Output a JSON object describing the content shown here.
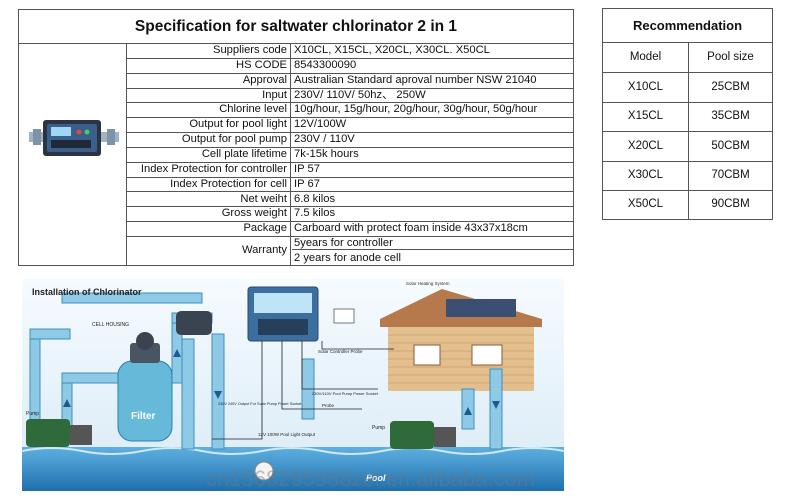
{
  "spec": {
    "title": "Specification for saltwater chlorinator 2 in 1",
    "rows": [
      {
        "label": "Suppliers code",
        "value": "X10CL, X15CL, X20CL, X30CL. X50CL"
      },
      {
        "label": "HS CODE",
        "value": "8543300090"
      },
      {
        "label": "Approval",
        "value": "Australian Standard aproval number NSW 21040"
      },
      {
        "label": "Input",
        "value": "230V/ 110V/ 50hz、 250W"
      },
      {
        "label": "Chlorine level",
        "value": "10g/hour, 15g/hour, 20g/hour, 30g/hour, 50g/hour"
      },
      {
        "label": "Output for pool light",
        "value": "12V/100W"
      },
      {
        "label": "Output for pool pump",
        "value": "230V / 110V"
      },
      {
        "label": "Cell plate lifetime",
        "value": "7k-15k hours"
      },
      {
        "label": "Index Protection for controller",
        "value": "IP 57"
      },
      {
        "label": "Index Protection for cell",
        "value": "IP 67"
      },
      {
        "label": "Net weiht",
        "value": "6.8 kilos"
      },
      {
        "label": "Gross weight",
        "value": "7.5 kilos"
      },
      {
        "label": "Package",
        "value": "Carboard with protect foam inside  43x37x18cm"
      }
    ],
    "warranty": {
      "label": "Warranty",
      "values": [
        "5years for controller",
        "2 years for anode cell"
      ]
    }
  },
  "recommendation": {
    "title": "Recommendation",
    "headers": [
      "Model",
      "Pool size"
    ],
    "rows": [
      [
        "X10CL",
        "25CBM"
      ],
      [
        "X15CL",
        "35CBM"
      ],
      [
        "X20CL",
        "50CBM"
      ],
      [
        "X30CL",
        "70CBM"
      ],
      [
        "X50CL",
        "90CBM"
      ]
    ]
  },
  "diagram": {
    "title": "Installation of Chlorinator",
    "labels": {
      "cell_housing": "CELL HOUSING",
      "pump_left": "Pump",
      "filter": "Filter",
      "pump_right": "Pump",
      "solar": "Solar Heating System",
      "solar_probe": "Solar Controller Probe",
      "probe": "Probe",
      "light": "12V 100W Pool Light Output",
      "pump_power": "230V/110V Pool Pump Power Socket",
      "solar_socket": "230V 240V Output For Solar Pump Power Socket",
      "pool": "Pool"
    },
    "watermark": "cn1568295988zel.en.alibaba.com"
  },
  "colors": {
    "pipe": "#8ec9e6",
    "pipe_edge": "#3c8fc1",
    "water": "#2f86c6",
    "filter": "#67b9da",
    "roof": "#c98b5a",
    "wall": "#e8c79a"
  }
}
